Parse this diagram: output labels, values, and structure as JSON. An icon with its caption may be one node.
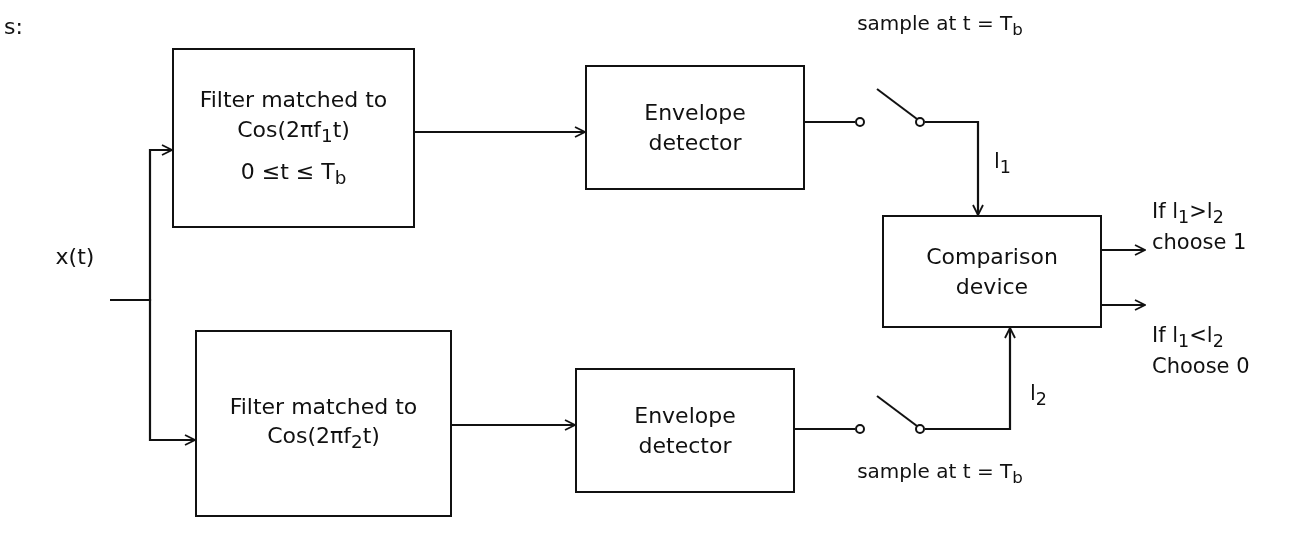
{
  "diagram": {
    "nodes": [
      {
        "text": [
          "Filter matched to Cos(2πf$_{1}$t)",
          "0 ≤t ≤ T$_{b}$"
        ]
      },
      {
        "text": [
          "Envelope detector"
        ]
      },
      {
        "text": [],
        "shape": "switch",
        "beside": [
          "sample at t = T$_{b}$"
        ]
      },
      {
        "text": [
          "x(t)"
        ]
      },
      {
        "text": [
          "Comparison device"
        ]
      },
      {
        "text": [
          "Filter matched to Cos(2πf$_{2}$t)"
        ]
      },
      {
        "text": [
          "Envelope detector"
        ]
      },
      {
        "text": [],
        "shape": "switch",
        "beside": [
          "sample at t = T$_{b}$"
        ]
      }
    ],
    "edges": [
      {
        "from": 3,
        "to": 0,
        "arrow": "to"
      },
      {
        "from": 3,
        "to": 5,
        "arrow": "to"
      },
      {
        "from": 0,
        "to": 1,
        "arrow": "to"
      },
      {
        "from": 1,
        "to": 2,
        "arrow": "none"
      },
      {
        "from": 2,
        "to": 4,
        "arrow": "to",
        "label": "l$_{1}$"
      },
      {
        "from": 5,
        "to": 6,
        "arrow": "to"
      },
      {
        "from": 6,
        "to": 7,
        "arrow": "none"
      },
      {
        "from": 7,
        "to": 4,
        "arrow": "to",
        "label": "l$_{2}$"
      },
      {
        "from": 4,
        "to": null,
        "arrow": "to",
        "label": "If l$_{1}$>l$_{2}$ choose 1"
      },
      {
        "from": 4,
        "to": null,
        "arrow": "to",
        "label": "If l$_{1}$<l$_{2}$ Choose 0"
      }
    ],
    "labels": [
      "s:"
    ]
  }
}
